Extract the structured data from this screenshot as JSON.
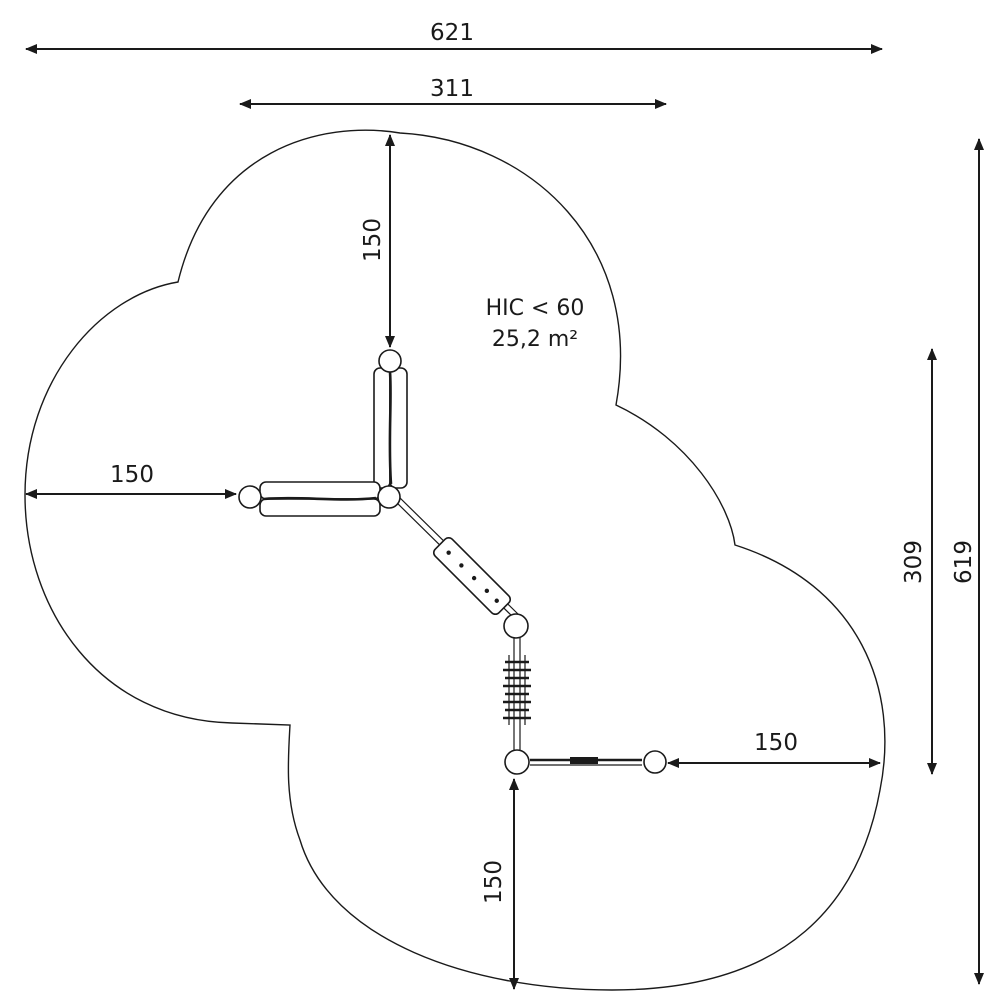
{
  "dimensions": {
    "overall_width": "621",
    "upper_width": "311",
    "top_offset": "150",
    "left_offset": "150",
    "right_offset": "150",
    "bottom_offset": "150",
    "inner_height": "309",
    "overall_height": "619"
  },
  "area_note": {
    "hic": "HIC < 60",
    "area": "25,2 m²"
  }
}
